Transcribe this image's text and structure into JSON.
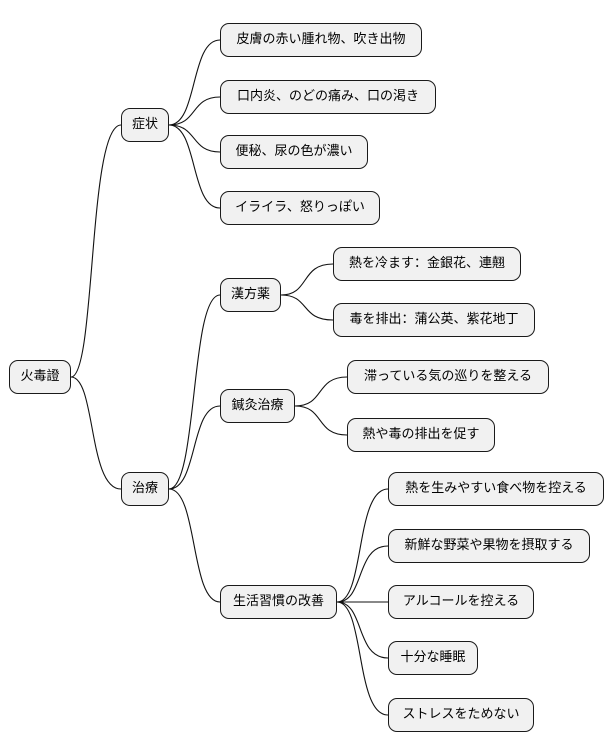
{
  "root": {
    "label": "火毒證"
  },
  "branches": {
    "symptoms": {
      "label": "症状",
      "items": [
        "皮膚の赤い腫れ物、吹き出物",
        "口内炎、のどの痛み、口の渇き",
        "便秘、尿の色が濃い",
        "イライラ、怒りっぽい"
      ]
    },
    "treatment": {
      "label": "治療",
      "herbal": {
        "label": "漢方薬",
        "items": [
          "熱を冷ます：金銀花、連翹",
          "毒を排出：蒲公英、紫花地丁"
        ]
      },
      "acupuncture": {
        "label": "鍼灸治療",
        "items": [
          "滞っている気の巡りを整える",
          "熱や毒の排出を促す"
        ]
      },
      "lifestyle": {
        "label": "生活習慣の改善",
        "items": [
          "熱を生みやすい食べ物を控える",
          "新鮮な野菜や果物を摂取する",
          "アルコールを控える",
          "十分な睡眠",
          "ストレスをためない"
        ]
      }
    }
  }
}
